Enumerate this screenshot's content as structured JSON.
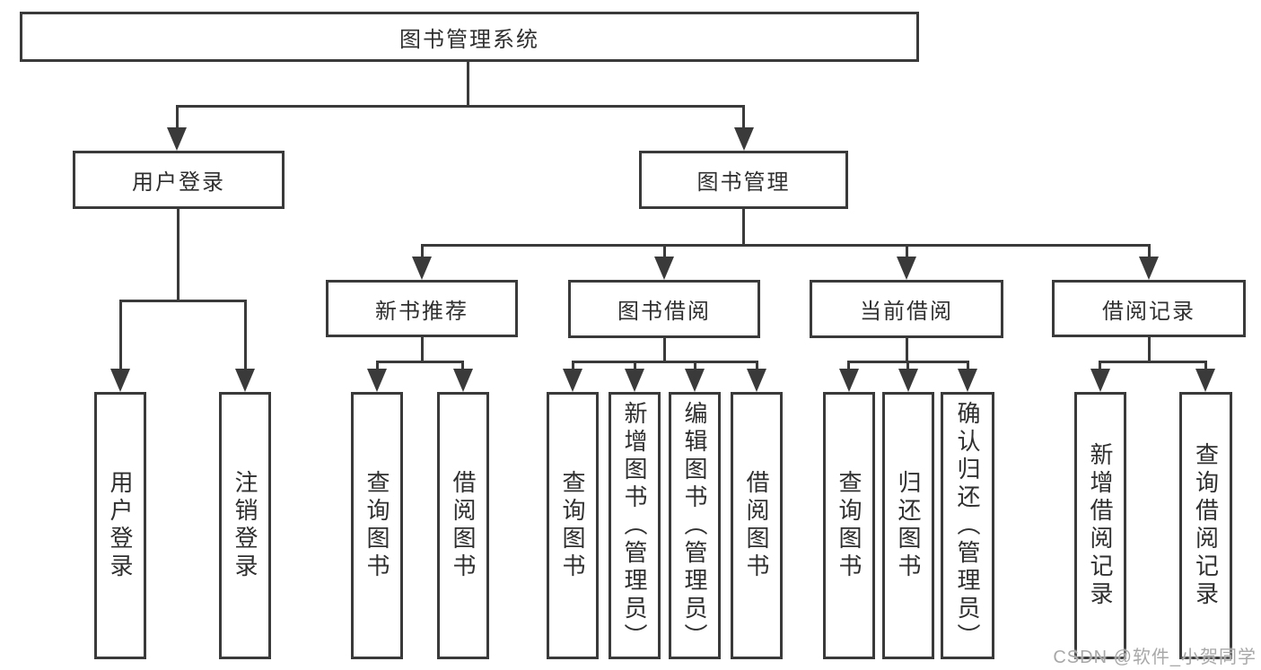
{
  "nodes": {
    "root": "图书管理系统",
    "level2": [
      "用户登录",
      "图书管理"
    ],
    "level3": [
      "新书推荐",
      "图书借阅",
      "当前借阅",
      "借阅记录"
    ],
    "leaves_login": [
      "用户登录",
      "注销登录"
    ],
    "leaves_newbook": [
      "查询图书",
      "借阅图书"
    ],
    "leaves_borrow": [
      "查询图书",
      "新增图书（管理员）",
      "编辑图书（管理员）",
      "借阅图书"
    ],
    "leaves_current": [
      "查询图书",
      "归还图书",
      "确认归还（管理员）"
    ],
    "leaves_records": [
      "新增借阅记录",
      "查询借阅记录"
    ]
  },
  "watermark": "CSDN @软件_小贺同学",
  "colors": {
    "line": "#3a3a3a",
    "text": "#2f2f2f",
    "watermark": "#a8a8a8",
    "background": "#ffffff"
  }
}
